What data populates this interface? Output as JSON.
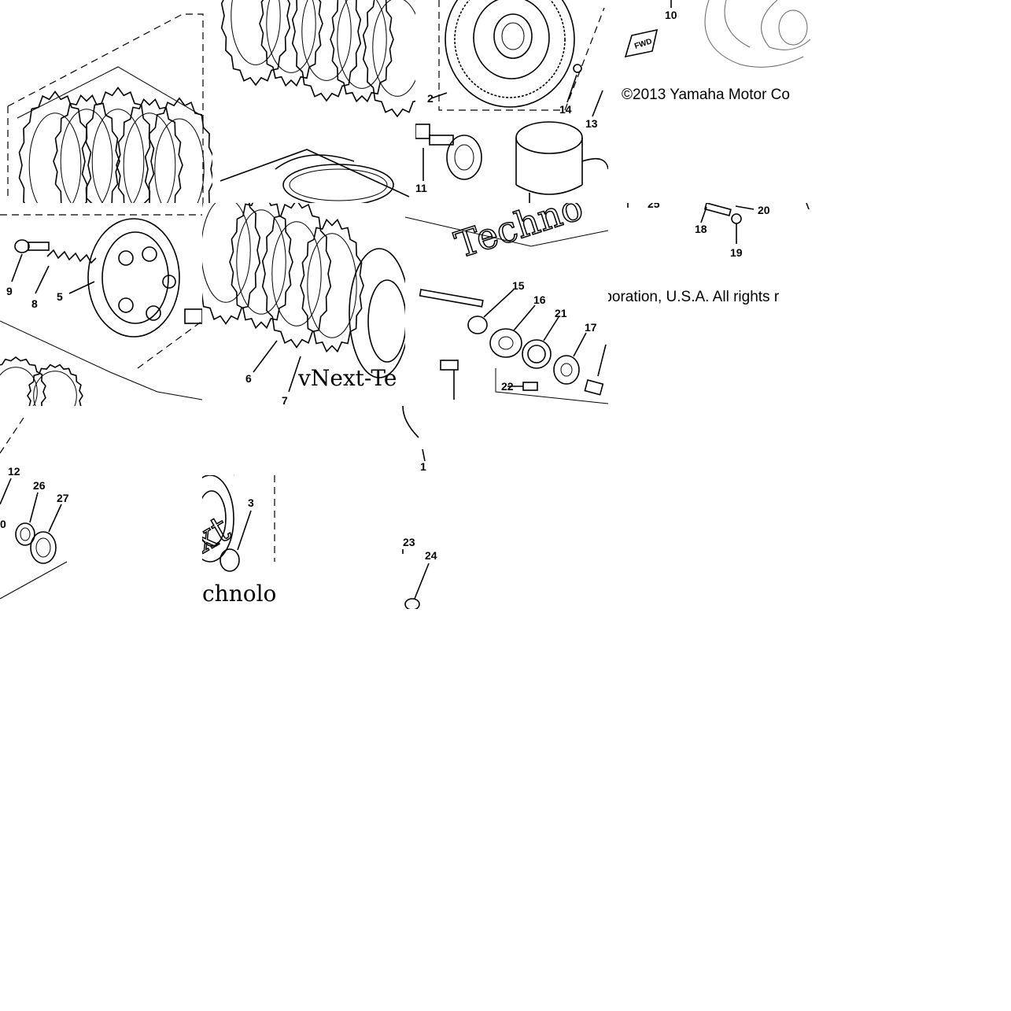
{
  "diagram": {
    "copyright_line1": "©2013 Yamaha Motor Co",
    "copyright_line2": "rporation, U.S.A. All rights r",
    "watermark_a": "Techno",
    "watermark_b": "vNext-Te",
    "watermark_c": "chnolo",
    "watermark_d": "xt",
    "fwd_mark": "FWD",
    "labels": {
      "l1": "1",
      "l2": "2",
      "l3": "3",
      "l5": "5",
      "l6": "6",
      "l7": "7",
      "l8": "8",
      "l9": "9",
      "l10": "10",
      "l11": "11",
      "l12": "12",
      "l13": "13",
      "l14": "14",
      "l15": "15",
      "l16": "16",
      "l17": "17",
      "l18": "18",
      "l19": "19",
      "l20": "20",
      "l21": "21",
      "l22": "22",
      "l23": "23",
      "l24": "24",
      "l25": "25",
      "l26": "26",
      "l27": "27"
    }
  }
}
